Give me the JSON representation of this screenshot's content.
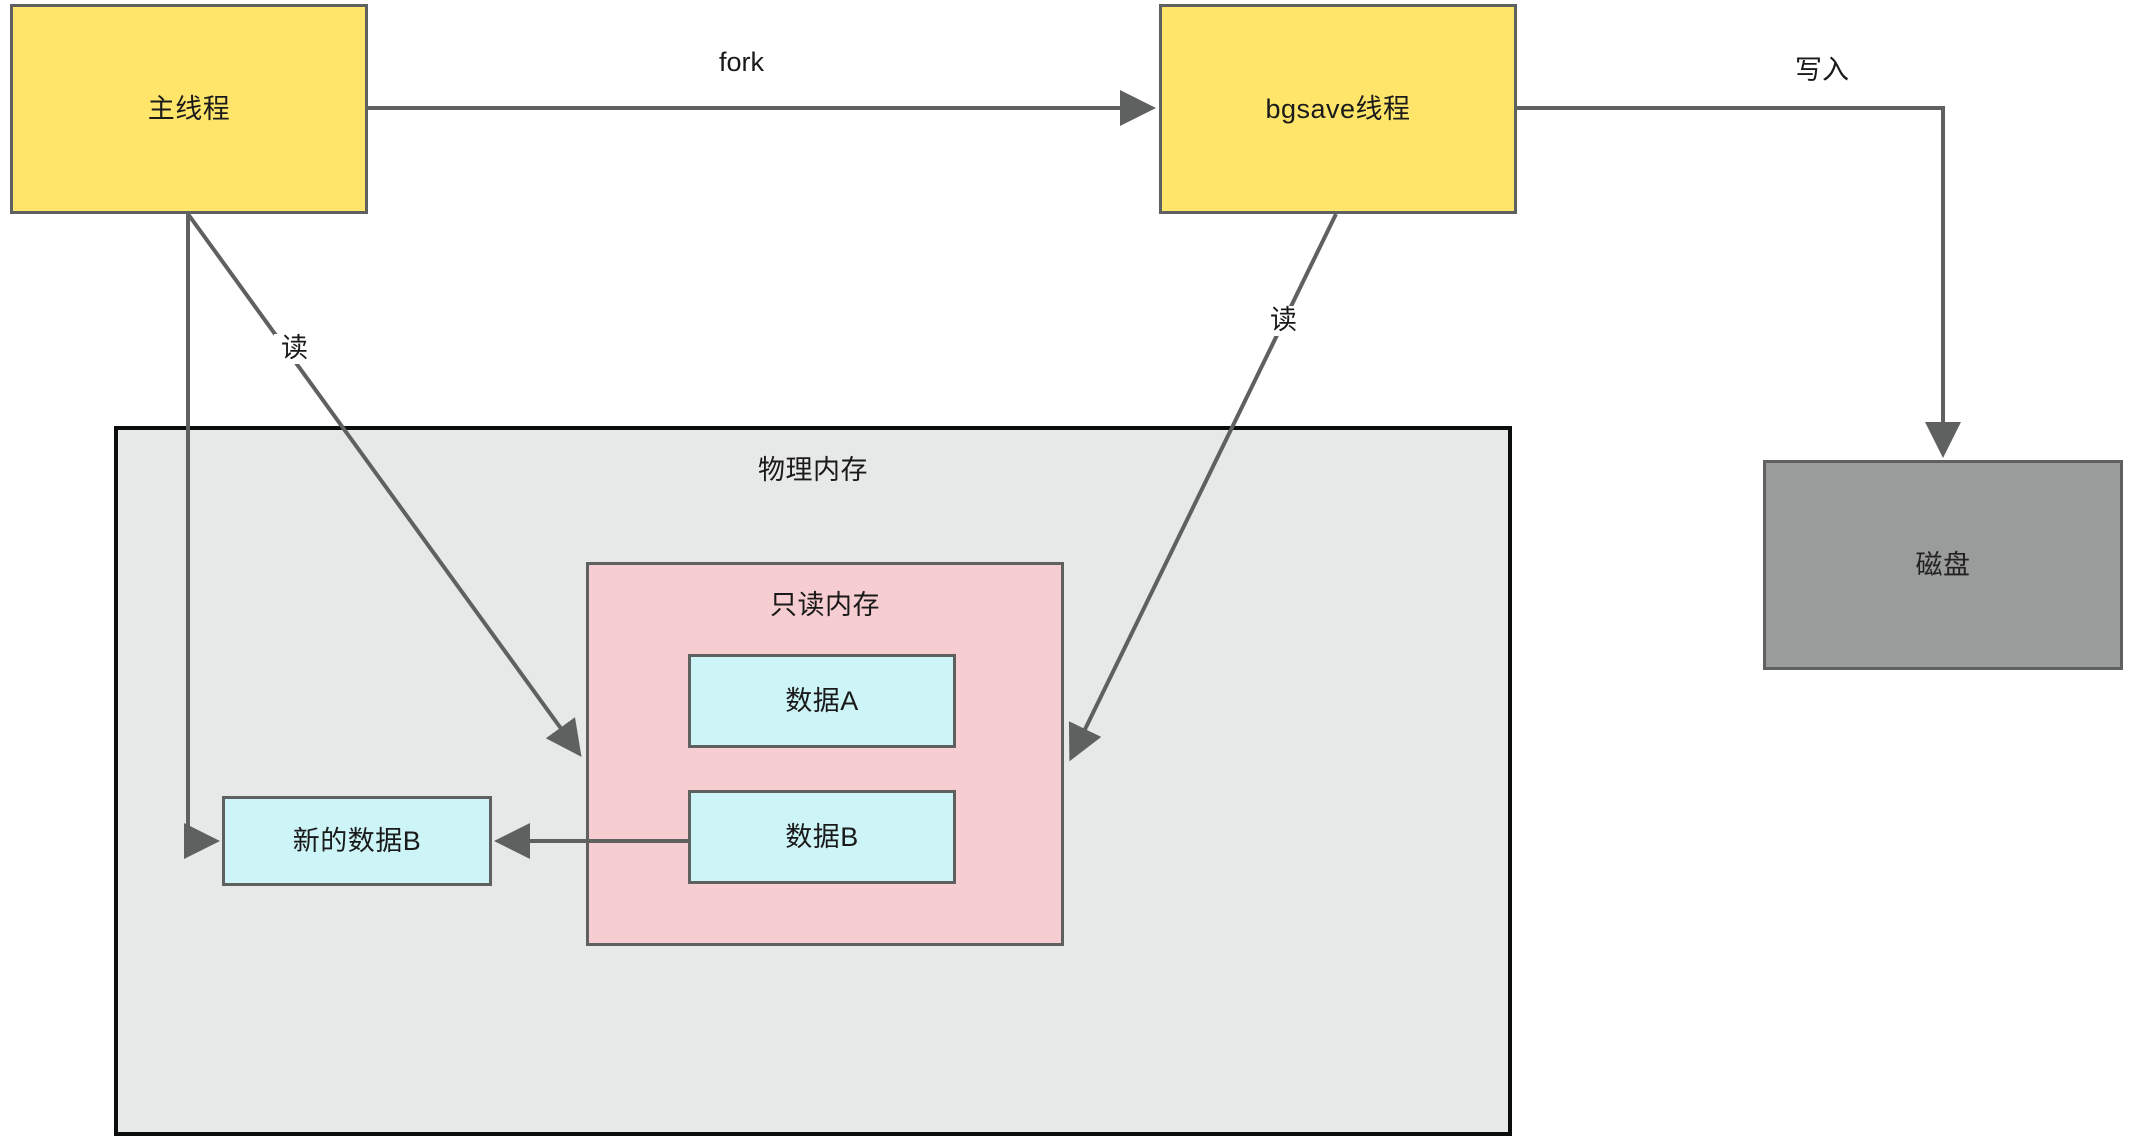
{
  "diagram": {
    "title_hidden": "Redis bgsave copy-on-write diagram",
    "nodes": {
      "main_thread": {
        "label": "主线程",
        "fill": "#ffe66b",
        "stroke": "#5f6160"
      },
      "bgsave_thread": {
        "label": "bgsave线程",
        "fill": "#ffe66b",
        "stroke": "#5f6160"
      },
      "disk": {
        "label": "磁盘",
        "fill": "#999c9b",
        "stroke": "#5f6160"
      },
      "physical_memory": {
        "label": "物理内存",
        "fill": "#e7e9e8",
        "stroke": "#0b0c0c"
      },
      "readonly_memory": {
        "label": "只读内存",
        "fill": "#f6cdd0",
        "stroke": "#5f6160"
      },
      "data_a": {
        "label": "数据A",
        "fill": "#cdf4f6",
        "stroke": "#5f6160"
      },
      "data_b": {
        "label": "数据B",
        "fill": "#cdf4f6",
        "stroke": "#5f6160"
      },
      "new_data_b": {
        "label": "新的数据B",
        "fill": "#cdf4f6",
        "stroke": "#5f6160"
      }
    },
    "edges": [
      {
        "id": "fork",
        "label": "fork",
        "from": "main_thread",
        "to": "bgsave_thread"
      },
      {
        "id": "write",
        "label": "写入",
        "from": "bgsave_thread",
        "to": "disk"
      },
      {
        "id": "main-read",
        "label": "读",
        "from": "main_thread",
        "to": "readonly_memory"
      },
      {
        "id": "bgsave-read",
        "label": "读",
        "from": "bgsave_thread",
        "to": "readonly_memory"
      },
      {
        "id": "main-to-newb",
        "label": "",
        "from": "main_thread",
        "to": "new_data_b"
      },
      {
        "id": "b-copy",
        "label": "",
        "from": "data_b",
        "to": "new_data_b"
      }
    ],
    "colors": {
      "line": "#5f6160",
      "memory_border": "#0b0c0c",
      "background": "#ffffff"
    }
  }
}
